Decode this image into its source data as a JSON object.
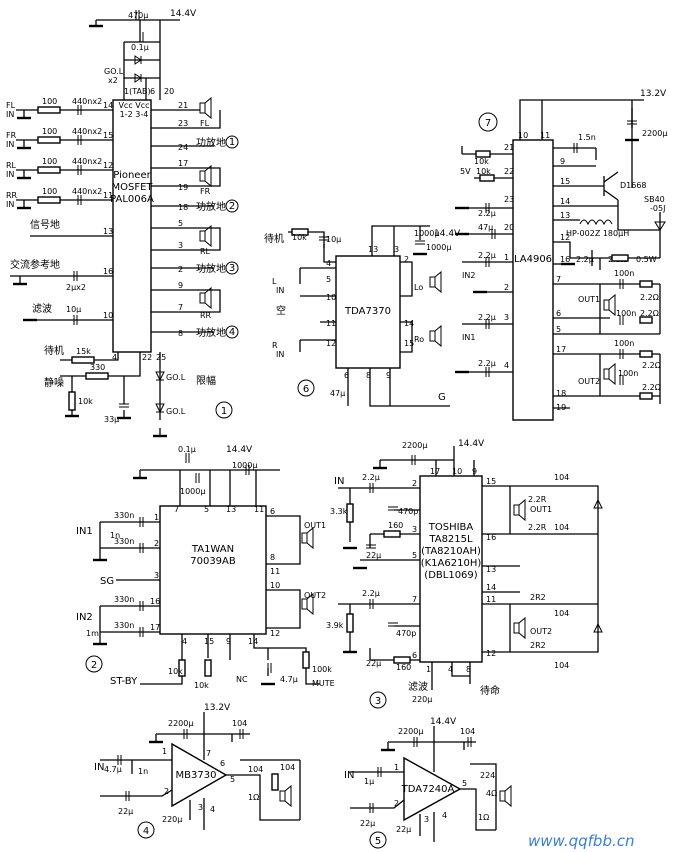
{
  "c1": {
    "number": "1",
    "chip": [
      "Pioneer",
      "MOSFET",
      "PAL006A"
    ],
    "supply": "14.4V",
    "cap_top": "470μ",
    "cap_01": "0.1μ",
    "diode": [
      "GO.L",
      "x2"
    ],
    "tab": "1(TAB)",
    "vcc": [
      "Vcc Vcc",
      "1-2 3-4"
    ],
    "top_pins": [
      "6",
      "20"
    ],
    "inputs": [
      {
        "name": [
          "FL",
          "IN"
        ],
        "r": "100",
        "c": "440nx2",
        "pin": "14"
      },
      {
        "name": [
          "FR",
          "IN"
        ],
        "r": "100",
        "c": "440nx2",
        "pin": "15"
      },
      {
        "name": [
          "RL",
          "IN"
        ],
        "r": "100",
        "c": "440nx2",
        "pin": "12"
      },
      {
        "name": [
          "RR",
          "IN"
        ],
        "r": "100",
        "c": "440nx2",
        "pin": "11"
      }
    ],
    "signal_gnd": "信号地",
    "signal_gnd_pin": "13",
    "ac_ref": "交流参考地",
    "ac_ref_cap": "2μx2",
    "ac_ref_pin": "16",
    "filter": "滤波",
    "filter_cap": "10μ",
    "filter_pin": "10",
    "standby": "待机",
    "standby_r": "15k",
    "mute": "静噪",
    "mute_r": "330",
    "r10k": "10k",
    "c33": "33μ",
    "bottom_pins": [
      "4",
      "22",
      "25"
    ],
    "limit": "限幅",
    "golabel": "GO.L",
    "outputs": [
      {
        "pins": [
          "21",
          "23"
        ],
        "spk": "FL",
        "gnd": "24",
        "amp": "功放地",
        "n": "1"
      },
      {
        "pins": [
          "17",
          "19"
        ],
        "spk": "FR",
        "gnd": "18",
        "amp": "功放地",
        "n": "2"
      },
      {
        "pins": [
          "5",
          "3"
        ],
        "spk": "RL",
        "gnd": "2",
        "amp": "功放地",
        "n": "3"
      },
      {
        "pins": [
          "9",
          "7"
        ],
        "spk": "RR",
        "gnd": "8",
        "amp": "功放地",
        "n": "4"
      }
    ]
  },
  "c2": {
    "number": "2",
    "chip": [
      "TA1WAN",
      "70039AB"
    ],
    "supply": "14.4V",
    "c_top": "0.1μ",
    "c_1000a": "1000μ",
    "c_1000b": "1000μ",
    "top_pins": [
      "7",
      "5",
      "13",
      "11"
    ],
    "in1": "IN1",
    "in2": "IN2",
    "r330n": "330n",
    "c1n": "1n",
    "c1m": "1m",
    "sg": "SG",
    "left_pins": [
      "1",
      "2",
      "3",
      "16",
      "17"
    ],
    "right_pins": [
      "6",
      "8",
      "11",
      "10",
      "12"
    ],
    "out1": "OUT1",
    "out2": "OUT2",
    "bottom_pins": [
      "4",
      "15",
      "9",
      "14"
    ],
    "r10k": "10k",
    "c47": "4.7μ",
    "r100k": "100k",
    "mute": "MUTE",
    "stby": "ST-BY",
    "nc": "NC"
  },
  "c3": {
    "number": "3",
    "chip": [
      "TOSHIBA",
      "TA8215L",
      "(TA8210AH)",
      "(K1A6210H)",
      "(DBL1069)"
    ],
    "supply": "14.4V",
    "c2200": "2200μ",
    "top_pins": [
      "17",
      "10",
      "9"
    ],
    "in": "IN",
    "c22": "2.2μ",
    "r33k": "3.3k",
    "r39k": "3.9k",
    "c470p": "470p",
    "r160": "160",
    "c22u": "22μ",
    "left_pins": [
      "2",
      "3",
      "5",
      "7",
      "6"
    ],
    "right_pins": [
      "15",
      "16",
      "13",
      "14",
      "11",
      "12"
    ],
    "bottom_pins": [
      "1",
      "4",
      "8"
    ],
    "c104": "104",
    "r22r": "2.2R",
    "r2r2": "2R2",
    "out1": "OUT1",
    "out2": "OUT2",
    "filter": "滤波",
    "c220": "220μ",
    "standby": "待命"
  },
  "c4": {
    "number": "4",
    "chip": "MB3730",
    "supply": "13.2V",
    "c2200": "2200μ",
    "c104": "104",
    "in": "IN",
    "c47": "4.7μ",
    "c1n": "1n",
    "c22": "22μ",
    "c220": "220μ",
    "r1": "1Ω",
    "pins": [
      "1",
      "2",
      "3",
      "4",
      "5",
      "6",
      "7"
    ]
  },
  "c5": {
    "number": "5",
    "chip": "TDA7240A",
    "supply": "14.4V",
    "c2200": "2200μ",
    "c104": "104",
    "in": "IN",
    "c1": "1μ",
    "c22": "22μ",
    "c224": "224",
    "r4": "4Ω",
    "r1": "1Ω",
    "pins": [
      "1",
      "2",
      "3",
      "4",
      "5"
    ]
  },
  "c6": {
    "number": "6",
    "chip": "TDA7370",
    "supply": "14.4V",
    "standby": "待机",
    "r10k": "10k",
    "c10": "10μ",
    "c1000": "1000μ",
    "lin": [
      "L",
      "IN"
    ],
    "rin": [
      "R",
      "IN"
    ],
    "empty": "空",
    "c47": "47μ",
    "g": "G",
    "lo": "Lo",
    "ro": "Ro",
    "pins": [
      "4",
      "5",
      "10",
      "11",
      "12",
      "13",
      "3",
      "2",
      "14",
      "15",
      "6",
      "8",
      "9"
    ]
  },
  "c7": {
    "number": "7",
    "chip": "LA4906",
    "supply": "13.2V",
    "c2200": "2200μ",
    "c15n": "1.5n",
    "d1668": "D1668",
    "sb40": [
      "SB40",
      "-05J"
    ],
    "coil": "HP-002Z 180μH",
    "r10k": "10k",
    "v5": "5V",
    "c22": "2.2μ",
    "c47": "47μ",
    "c1000": "1000μ",
    "r22": "2.2Ω",
    "w05": "0.5W",
    "c100n": "100n",
    "in2": "IN2",
    "in1": "IN1",
    "out1": "OUT1",
    "out2": "OUT2",
    "top_pins": [
      "10",
      "11"
    ],
    "left_pins": [
      "21",
      "22",
      "23",
      "20",
      "1",
      "2",
      "3",
      "4"
    ],
    "right_pins": [
      "9",
      "15",
      "14",
      "13",
      "12",
      "16",
      "7",
      "6",
      "5",
      "17",
      "18",
      "19"
    ]
  },
  "watermark": "www.qqfbb.cn"
}
